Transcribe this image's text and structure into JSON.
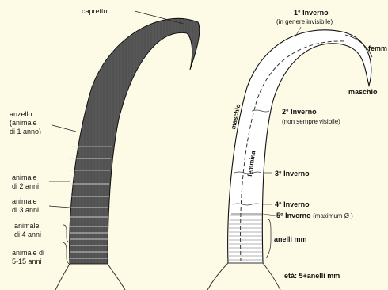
{
  "left_figure": {
    "capretto": "capretto",
    "anzello": [
      "anzello",
      "(animale",
      "di 1 anno)"
    ],
    "two_years": [
      "animale",
      "di 2 anni"
    ],
    "three_years": [
      "animale",
      "di 3 anni"
    ],
    "four_years": [
      "animale",
      "di 4 anni"
    ],
    "five_fifteen": [
      "animale di",
      "5-15 anni"
    ]
  },
  "right_figure": {
    "winter1": "1° Inverno",
    "winter1_note": "(in genere invisibile)",
    "femm": "femm",
    "maschio_tip": "maschio",
    "maschio_side": "maschio",
    "femmina_side": "femmina",
    "winter2": "2° Inverno",
    "winter2_note": "(non sempre visibile)",
    "winter3": "3° Inverno",
    "winter4": "4° Inverno",
    "winter5": "5° Inverno",
    "winter5_note": "(maximum Ø )",
    "rings": "anelli mm",
    "age": "età: 5+anelli mm"
  },
  "colors": {
    "background": "#fdfbe6",
    "horn_dark": "#2a2a2a",
    "horn_light": "#ffffff",
    "dashed": "#333333"
  }
}
